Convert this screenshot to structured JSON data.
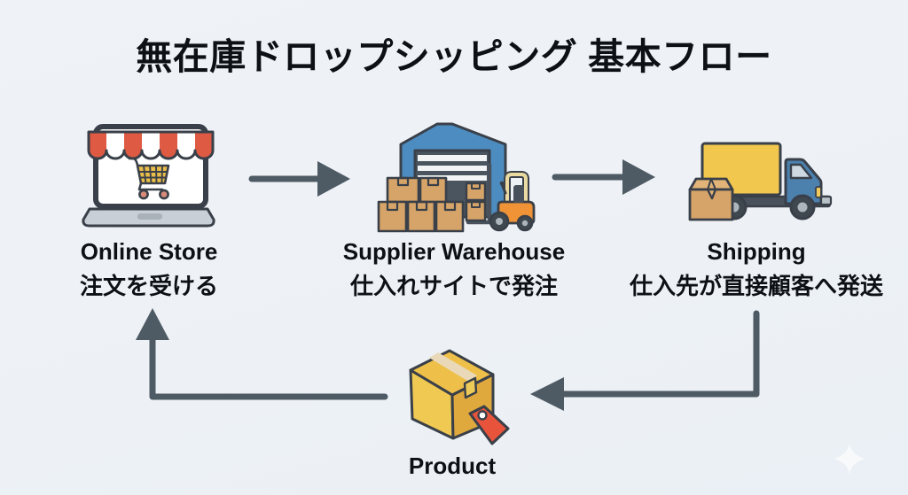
{
  "title": "無在庫ドロップシッピング 基本フロー",
  "nodes": {
    "online_store": {
      "label": "Online Store",
      "sublabel": "注文を受ける"
    },
    "supplier_warehouse": {
      "label": "Supplier Warehouse",
      "sublabel": "仕入れサイトで発注"
    },
    "shipping": {
      "label": "Shipping",
      "sublabel": "仕入先が直接顧客へ発送"
    },
    "product": {
      "label": "Product"
    }
  },
  "flow_edges": [
    {
      "from": "Online Store",
      "to": "Supplier Warehouse"
    },
    {
      "from": "Supplier Warehouse",
      "to": "Shipping"
    },
    {
      "from": "Shipping",
      "to": "Product"
    },
    {
      "from": "Product",
      "to": "Online Store"
    }
  ],
  "colors": {
    "background": "#eff2f6",
    "text": "#0d1116",
    "arrow": "#4e5a64",
    "outline": "#3a4049",
    "awning-red": "#df5a43",
    "cart-yellow": "#e9bd4a",
    "cart-wheel": "#d98b79",
    "laptop-base": "#c9cfd6",
    "warehouse-blue": "#4d8cc0",
    "door-gray": "#4b555f",
    "box-tan": "#d6a468",
    "box-tan-light": "#e2b478",
    "forklift-orange": "#ef9336",
    "guard-cream": "#ead9a0",
    "truck-yellow": "#f2c74e",
    "truck-blue": "#4c80ad",
    "chassis-gray": "#49525c",
    "wheel-dark": "#3f474f",
    "wheel-hub": "#aeb6bd",
    "window-gray": "#cdd8e1",
    "product-top": "#eec04a",
    "product-left": "#f0c952",
    "product-right": "#dfa93e",
    "tape-cream": "#ead9b9",
    "tag-red": "#e8543b"
  }
}
